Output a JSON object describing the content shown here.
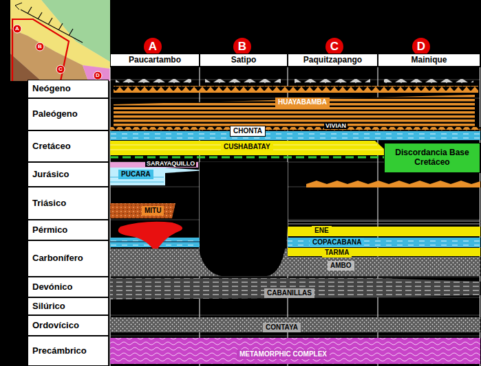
{
  "diagram": {
    "nodes": [
      {
        "text": [
          "A"
        ]
      },
      {
        "text": [
          "B"
        ]
      },
      {
        "text": [
          "C"
        ]
      },
      {
        "text": [
          "D"
        ]
      },
      {
        "text": [
          "Paucartambo"
        ]
      },
      {
        "text": [
          "Satipo"
        ]
      },
      {
        "text": [
          "Paquitzapango"
        ]
      },
      {
        "text": [
          "Mainique"
        ]
      },
      {
        "text": [
          "Neógeno"
        ]
      },
      {
        "text": [
          "Paleógeno"
        ]
      },
      {
        "text": [
          "Cretáceo"
        ]
      },
      {
        "text": [
          "Jurásico"
        ]
      },
      {
        "text": [
          "Triásico"
        ]
      },
      {
        "text": [
          "Pérmico"
        ]
      },
      {
        "text": [
          "Carbonífero"
        ]
      },
      {
        "text": [
          "Devónico"
        ]
      },
      {
        "text": [
          "Silúrico"
        ]
      },
      {
        "text": [
          "Ordovícico"
        ]
      },
      {
        "text": [
          "Precámbrico"
        ]
      },
      {
        "text": [
          "HUAYABAMBA"
        ]
      },
      {
        "text": [
          "CHONTA"
        ]
      },
      {
        "text": [
          "CUSHABATAY"
        ]
      },
      {
        "text": [
          "Discordancia Base Cretáceo"
        ]
      },
      {
        "text": [
          "PUCARA"
        ]
      },
      {
        "text": [
          "MITU"
        ]
      },
      {
        "text": [
          "ENE"
        ]
      },
      {
        "text": [
          "COPACABANA"
        ]
      },
      {
        "text": [
          "TARMA"
        ]
      },
      {
        "text": [
          "AMBO"
        ]
      },
      {
        "text": [
          "CABANILLAS"
        ]
      },
      {
        "text": [
          "CONTAYA"
        ]
      },
      {
        "text": [
          "METAMORPHIC COMPLEX"
        ]
      }
    ],
    "labels": [
      "VIVIAN",
      "SARAYAQUILLO",
      "A",
      "B",
      "C",
      "D"
    ]
  }
}
